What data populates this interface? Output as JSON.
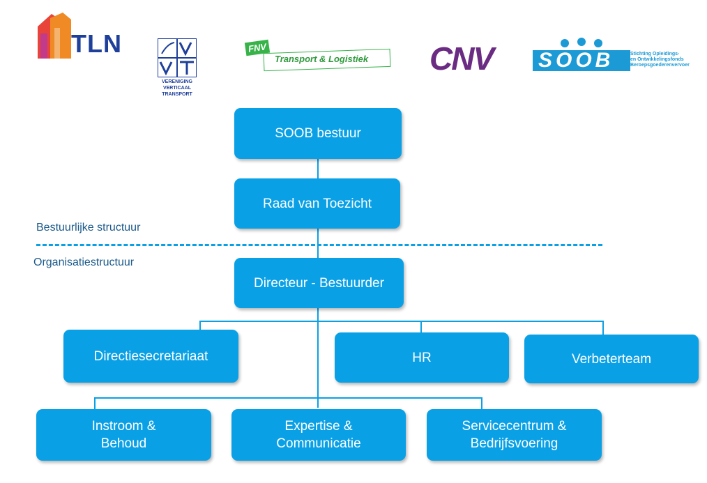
{
  "logos": {
    "tln": {
      "letters": "TLN"
    },
    "vvt": {
      "letters": "VVT",
      "subtitle": "VERENIGING\nVERTICAAL\nTRANSPORT"
    },
    "fnv": {
      "badge": "FNV",
      "text": "Transport & Logistiek"
    },
    "cnv": {
      "text": "CNV"
    },
    "soob": {
      "text": "SOOB",
      "subtitle": "Stichting Opleidings-\nen Ontwikkelingsfonds\nBeroepsgoederenvervoer"
    }
  },
  "sections": {
    "governance": "Bestuurlijke structuur",
    "organisation": "Organisatiestructuur"
  },
  "boxes": {
    "soob_board": "SOOB bestuur",
    "supervisory_board": "Raad van Toezicht",
    "director": "Directeur - Bestuurder",
    "secretariat": "Directiesecretariaat",
    "hr": "HR",
    "improvement_team": "Verbeterteam",
    "intake": "Instroom &\nBehoud",
    "expertise": "Expertise &\nCommunicatie",
    "service": "Servicecentrum &\nBedrijfsvoering"
  },
  "colors": {
    "box": "#0aa0e6",
    "text": "#ffffff",
    "section_text": "#1c5a8a"
  }
}
